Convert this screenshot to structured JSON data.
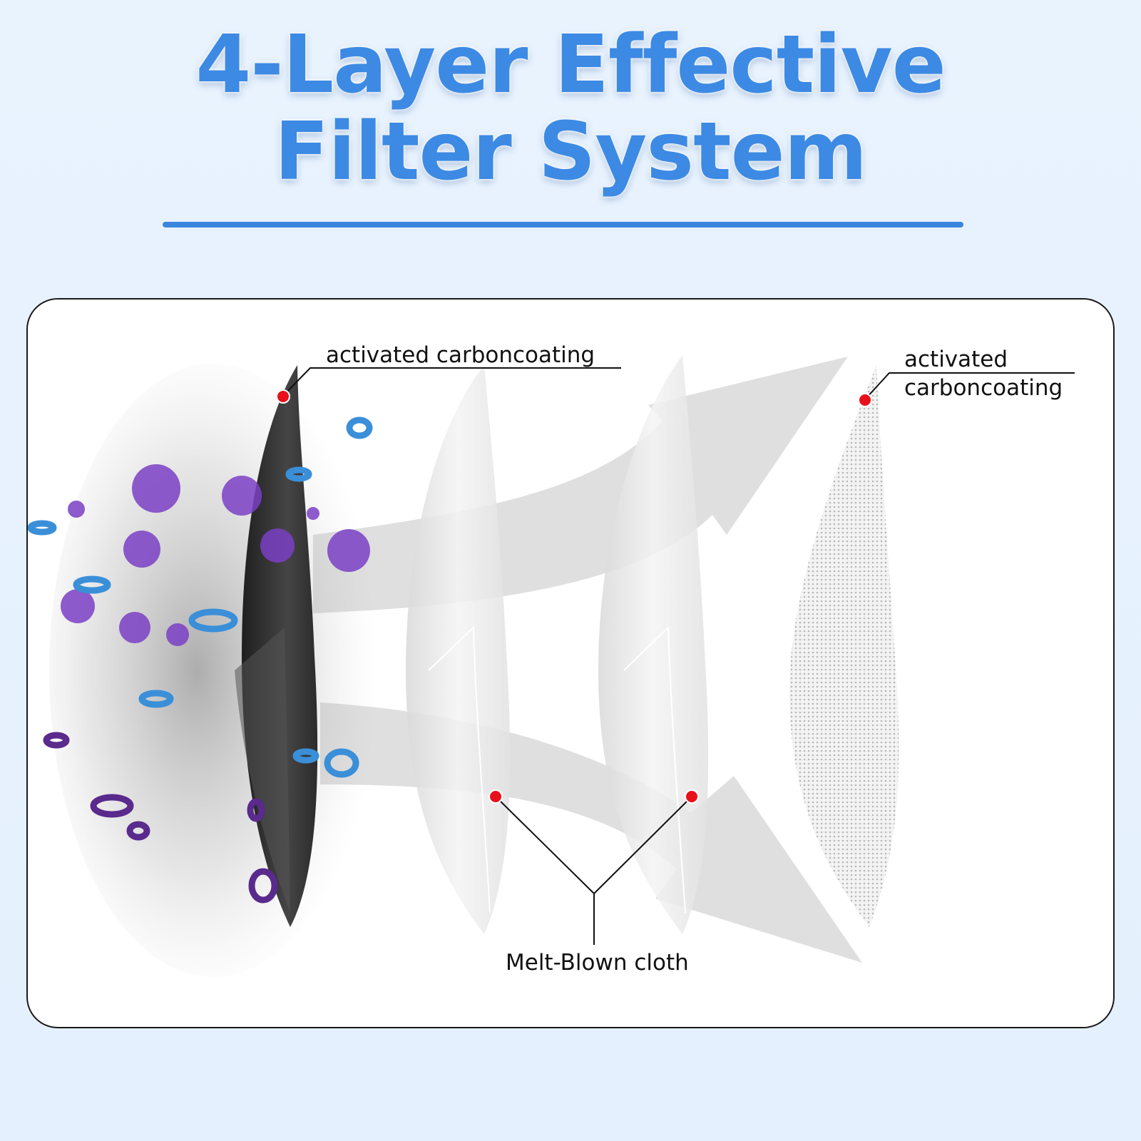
{
  "header": {
    "title_line1": "4-Layer Effective",
    "title_line2": "Filter System"
  },
  "diagram": {
    "label_outer_layer": "activated carboncoating",
    "label_inner_layer_line1": "activated",
    "label_inner_layer_line2": "carboncoating",
    "label_middle_layers": "Melt-Blown cloth"
  },
  "colors": {
    "title": "#3c8ae4",
    "rule": "#3a86de",
    "marker": "#e8101a",
    "particle_purple": "#7a3fc4",
    "particle_blue": "#3a8fd8",
    "carbon_layer": "#3a3a3a"
  }
}
